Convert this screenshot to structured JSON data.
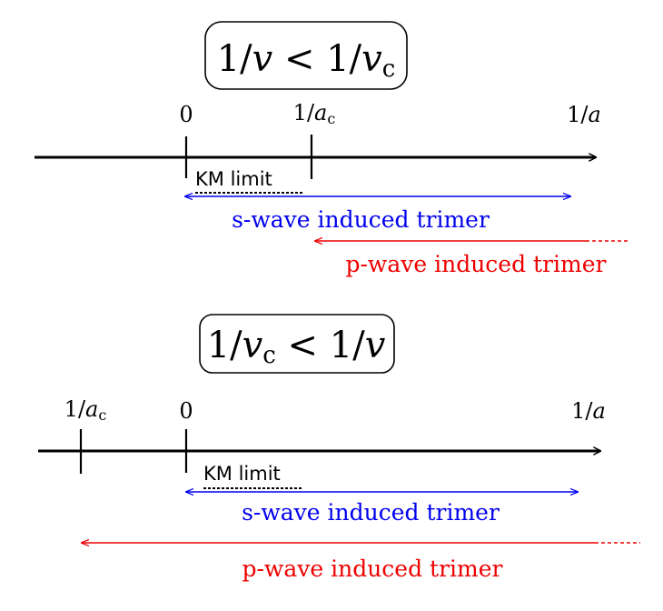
{
  "panel_top": {
    "condition": {
      "a": "1/",
      "v": "v",
      "lt": " < 1/",
      "vc": "v",
      "sub": "c"
    },
    "tick_zero": "0",
    "tick_ac": {
      "pre": "1/",
      "a": "a",
      "sub": "c"
    },
    "axis_label": {
      "pre": "1/",
      "a": "a"
    },
    "km_label": "KM limit",
    "s_wave_label": "s-wave induced trimer",
    "p_wave_label": "p-wave induced trimer"
  },
  "panel_bottom": {
    "condition": {
      "a": "1/",
      "vc": "v",
      "sub": "c",
      "lt": " < 1/",
      "v": "v"
    },
    "tick_ac": {
      "pre": "1/",
      "a": "a",
      "sub": "c"
    },
    "tick_zero": "0",
    "axis_label": {
      "pre": "1/",
      "a": "a"
    },
    "km_label": "KM limit",
    "s_wave_label": "s-wave induced trimer",
    "p_wave_label": "p-wave induced trimer"
  },
  "colors": {
    "axis": "#000000",
    "s_wave": "#0000ee",
    "p_wave": "#ee0000"
  }
}
